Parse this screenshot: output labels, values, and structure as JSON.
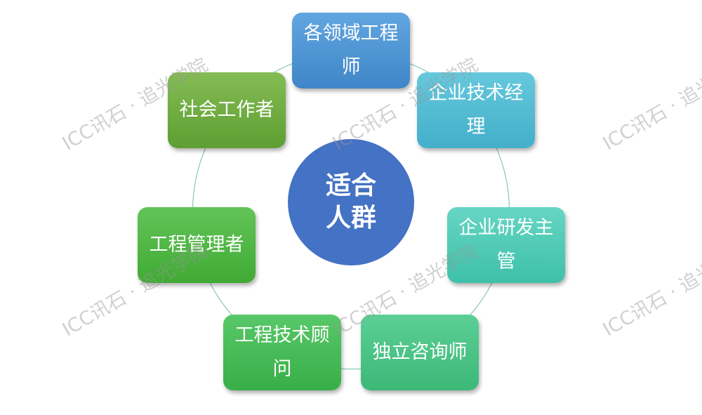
{
  "center": {
    "line1": "适合",
    "line2": "人群",
    "color": "#4472c4"
  },
  "nodes": [
    {
      "label": "各领域工程师",
      "colors": [
        "#62a6e0",
        "#3f86c8"
      ]
    },
    {
      "label": "企业技术经理",
      "colors": [
        "#66c8dc",
        "#43afca"
      ]
    },
    {
      "label": "企业研发主管",
      "colors": [
        "#66d6c4",
        "#3ec0a8"
      ]
    },
    {
      "label": "独立咨询师",
      "colors": [
        "#5ccf96",
        "#3cb878"
      ]
    },
    {
      "label": "工程技术顾问",
      "colors": [
        "#58c868",
        "#38ae48"
      ]
    },
    {
      "label": "工程管理者",
      "colors": [
        "#62c458",
        "#40aa34"
      ]
    },
    {
      "label": "社会工作者",
      "colors": [
        "#84bc54",
        "#5e9e32"
      ]
    }
  ],
  "watermark": "ICC讯石 · 追光学院"
}
